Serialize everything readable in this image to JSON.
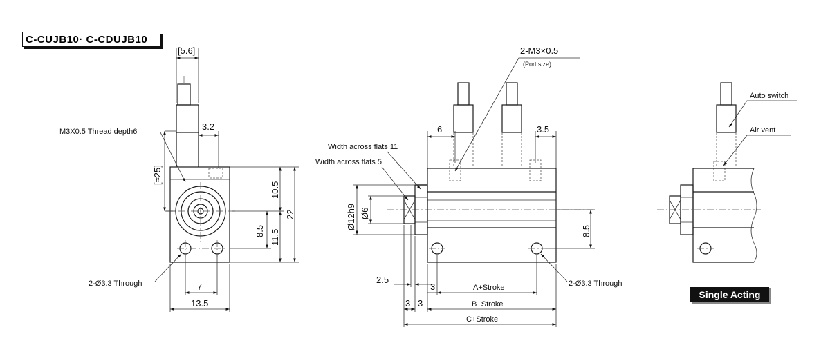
{
  "title": "C-CUJB10· C-CDUJB10",
  "mode_badge": "Single Acting",
  "notes": {
    "thread": "M3X0.5 Thread depth6",
    "through_left": "2-Ø3.3 Through",
    "through_side": "2-Ø3.3 Through",
    "flats_11": "Width across flats 11",
    "flats_5": "Width across flats 5",
    "port": "2-M3×0.5",
    "port_sub": "(Port size)",
    "auto_switch": "Auto switch",
    "air_vent": "Air vent"
  },
  "dims": {
    "d_5_6": "[5.6]",
    "d_3_2": "3.2",
    "d_25": "[≈25]",
    "d_10_5": "10.5",
    "d_22": "22",
    "d_8_5_front": "8.5",
    "d_11_5": "11.5",
    "d_7": "7",
    "d_13_5": "13.5",
    "d_6": "6",
    "d_3_5": "3.5",
    "d_12h9": "Ø12h9",
    "d_phi6": "Ø6",
    "d_8_5_side": "8.5",
    "d_2_5": "2.5",
    "d_3_a": "3",
    "d_3_b": "3",
    "d_3_c": "3",
    "a_stroke": "A+Stroke",
    "b_stroke": "B+Stroke",
    "c_stroke": "C+Stroke"
  }
}
